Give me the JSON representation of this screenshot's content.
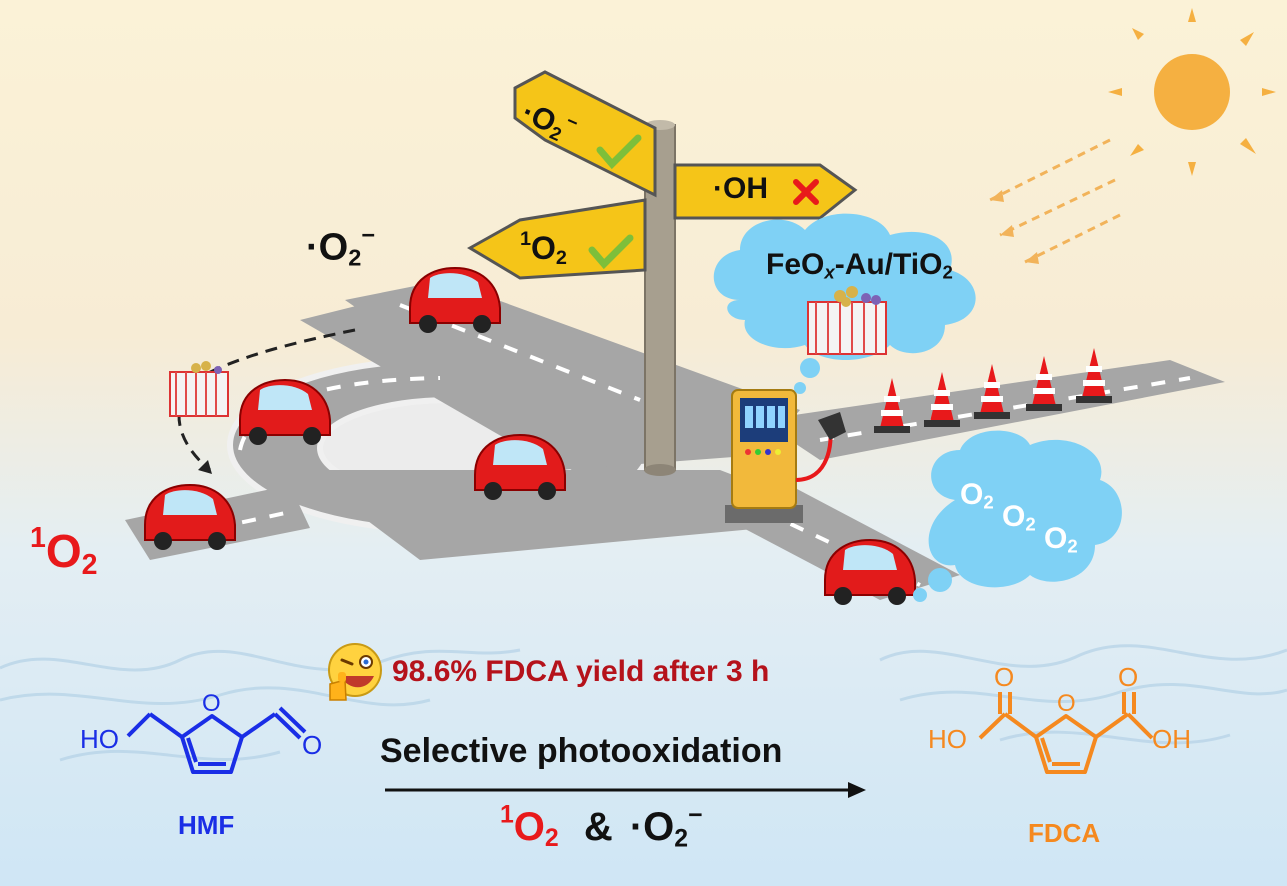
{
  "sign": {
    "superoxide": "·O",
    "superoxide_sub": "2",
    "superoxide_sup": "−",
    "hydroxyl": "·OH",
    "singlet_sup": "1",
    "singlet": "O",
    "singlet_sub": "2"
  },
  "road": {
    "top_label": "·O",
    "top_label_sub": "2",
    "top_label_sup": "−",
    "left_label_sup": "1",
    "left_label": "O",
    "left_label_sub": "2"
  },
  "catalyst": {
    "part1": "FeO",
    "sub_x": "x",
    "part2": "-Au/TiO",
    "sub_2": "2"
  },
  "oxygen_cloud": {
    "items": [
      {
        "text": "O",
        "sub": "2"
      },
      {
        "text": "O",
        "sub": "2"
      },
      {
        "text": "O",
        "sub": "2"
      }
    ]
  },
  "yield_text": "98.6% FDCA yield after 3 h",
  "reaction": {
    "title": "Selective photooxidation",
    "cond_sup": "1",
    "cond_o": "O",
    "cond_sub": "2",
    "cond_amp": "&",
    "cond_rad": "·O",
    "cond_rad_sub": "2",
    "cond_rad_sup": "−"
  },
  "hmf": {
    "name": "HMF",
    "ho": "HO",
    "ring_o": "O",
    "ald_o": "O"
  },
  "fdca": {
    "name": "FDCA",
    "ho": "HO",
    "oh": "OH",
    "ring_o": "O",
    "o_left": "O",
    "o_right": "O"
  },
  "colors": {
    "red": "#e8191b",
    "dark_red": "#b5121b",
    "blue": "#1a2ee6",
    "orange": "#f5891f",
    "sign_yellow": "#f5c518",
    "road_gray": "#a6a6a6",
    "cloud_blue": "#7fd1f5",
    "sun": "#f5b041"
  }
}
